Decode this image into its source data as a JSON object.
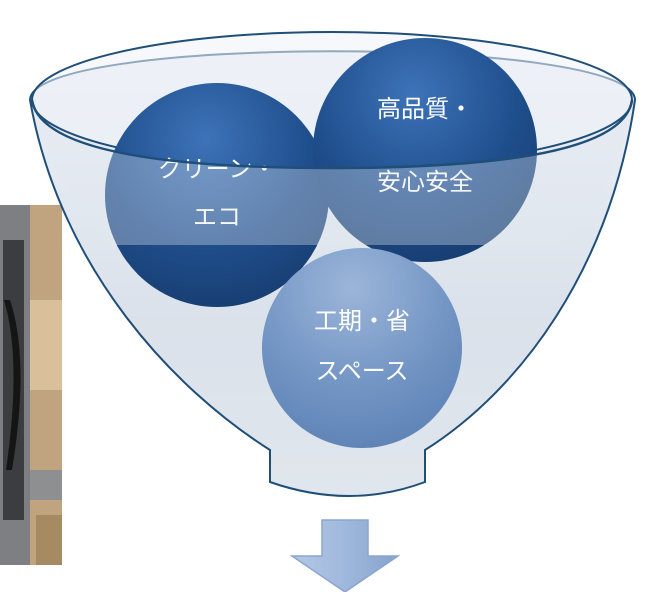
{
  "diagram": {
    "circles": [
      {
        "lines": [
          "クリーン・",
          "エコ"
        ]
      },
      {
        "lines": [
          "高品質・",
          "安心安全"
        ]
      },
      {
        "lines": [
          "工期・省",
          "スペース"
        ]
      }
    ]
  },
  "colors": {
    "circle_dark": "#1f4e8c",
    "circle_light": "#6f92c2",
    "funnel_stroke": "#1f4e79",
    "arrow_fill": "#9fb8dc"
  }
}
